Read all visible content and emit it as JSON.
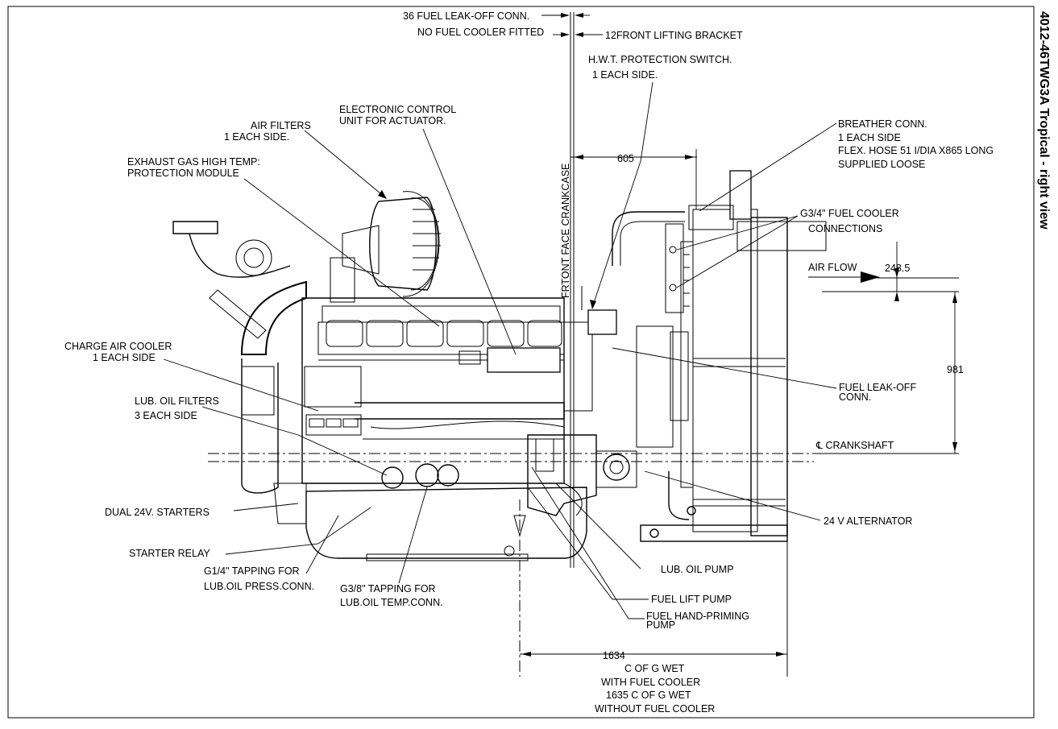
{
  "title": "4012-46TWG3A Tropical - right view",
  "labels": {
    "fuel_leakoff_top": "36 FUEL LEAK-OFF CONN.",
    "no_fuel_cooler": "NO FUEL COOLER FITTED",
    "front_lifting": "12FRONT LIFTING BRACKET",
    "hwt_1": "H.W.T. PROTECTION SWITCH.",
    "hwt_2": "1 EACH SIDE.",
    "ecu_1": "ELECTRONIC CONTROL",
    "ecu_2": "UNIT FOR ACTUATOR.",
    "air_filters_1": "AIR FILTERS",
    "air_filters_2": "1 EACH SIDE.",
    "exhaust_1": "EXHAUST GAS HIGH TEMP:",
    "exhaust_2": "PROTECTION MODULE",
    "breather_1": "BREATHER CONN.",
    "breather_2": "1 EACH SIDE",
    "breather_3": "FLEX. HOSE 51 I/DIA X865 LONG",
    "breather_4": "SUPPLIED LOOSE",
    "fuel_cooler_1": "G3/4\" FUEL COOLER",
    "fuel_cooler_2": "CONNECTIONS",
    "air_flow": "AIR FLOW",
    "front_face": "FRTONT FACE CRANKCASE",
    "charge_air_1": "CHARGE AIR COOLER",
    "charge_air_2": "1 EACH SIDE",
    "lub_filters_1": "LUB. OIL FILTERS",
    "lub_filters_2": "3 EACH SIDE",
    "fuel_leakoff_1": "FUEL LEAK-OFF",
    "fuel_leakoff_2": "CONN.",
    "crankshaft": "℄ CRANKSHAFT",
    "dual_starters": "DUAL 24V. STARTERS",
    "alternator": "24 V ALTERNATOR",
    "starter_relay": "STARTER RELAY",
    "g14_1": "G1/4\" TAPPING FOR",
    "g14_2": "LUB.OIL PRESS.CONN.",
    "g38_1": "G3/8\" TAPPING FOR",
    "g38_2": "LUB.OIL TEMP.CONN.",
    "lub_pump": "LUB. OIL PUMP",
    "fuel_lift": "FUEL LIFT PUMP",
    "hand_prime_1": "FUEL HAND-PRIMING",
    "hand_prime_2": "PUMP",
    "cog_1": "C OF G WET",
    "cog_2": "WITH FUEL COOLER",
    "cog_3": "1635 C OF G WET",
    "cog_4": "WITHOUT FUEL COOLER"
  },
  "dimensions": {
    "d605": "605",
    "d2485": "248.5",
    "d981": "981",
    "d1634": "1634"
  }
}
